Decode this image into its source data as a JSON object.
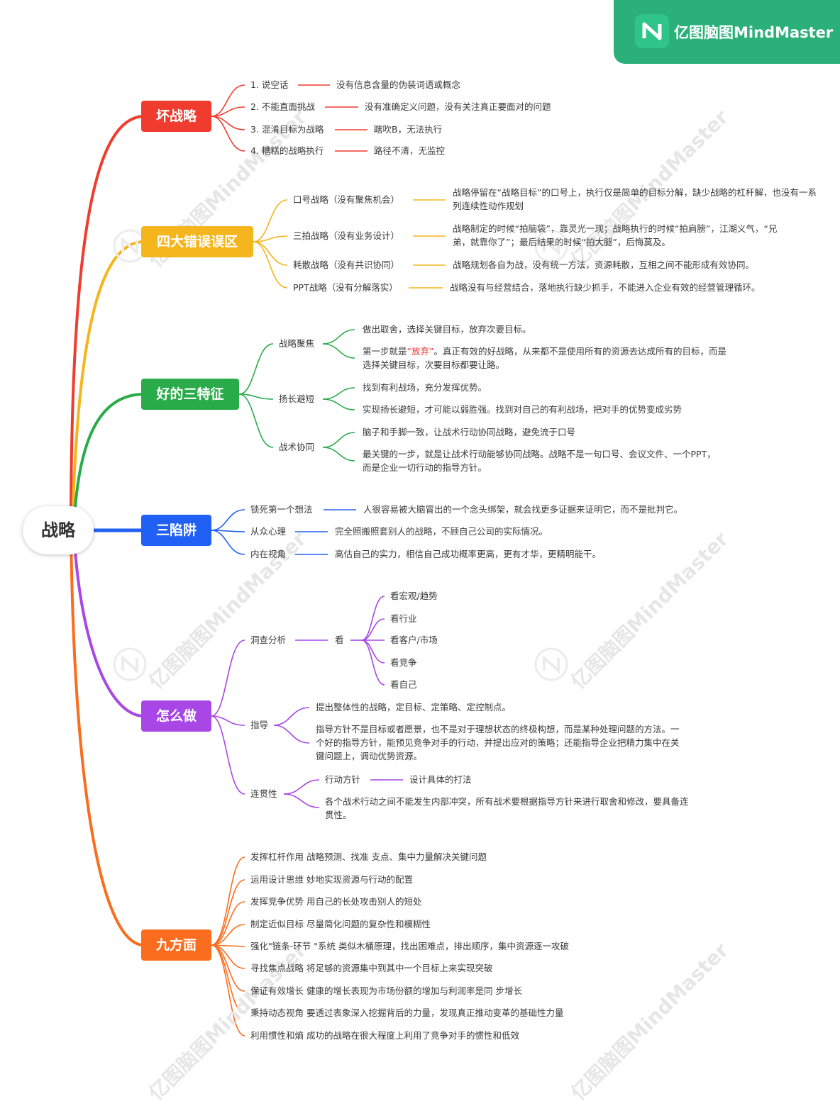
{
  "root": "战略",
  "brand": "亿图脑图MindMaster",
  "watermark": "亿图脑图MindMaster",
  "colors": {
    "red": "#f03c2e",
    "yellow": "#f5b51d",
    "green": "#2aab4a",
    "blue": "#2160f5",
    "purple": "#a847e6",
    "orange": "#fa6d1e",
    "brand": "#2bb07a"
  },
  "branches": {
    "bad": {
      "title": "坏战略",
      "items": [
        {
          "name": "1. 说空话",
          "desc": "没有信息含量的伪装词语或概念"
        },
        {
          "name": "2. 不能直面挑战",
          "desc": "没有准确定义问题，没有关注真正要面对的问题"
        },
        {
          "name": "3. 混淆目标为战略",
          "desc": "瞎吹B，无法执行"
        },
        {
          "name": "4. 糟糕的战略执行",
          "desc": "路径不清，无监控"
        }
      ]
    },
    "mistakes": {
      "title": "四大错误误区",
      "items": [
        {
          "name": "口号战略（没有聚焦机会）",
          "desc": "战略停留在“战略目标”的口号上，执行仅是简单的目标分解，缺少战略的杠杆解，也没有一系列连续性动作规划"
        },
        {
          "name": "三拍战略（没有业务设计）",
          "desc": "战略制定的时候“拍脑袋”，靠灵光一现；战略执行的时候“拍肩膀”，江湖义气，“兄弟，就靠你了”；最后结果的时候“拍大腿”，后悔莫及。"
        },
        {
          "name": "耗散战略（没有共识协同）",
          "desc": "战略规划各自为战，没有统一方法，资源耗散，互相之间不能形成有效协同。"
        },
        {
          "name": "PPT战略（没有分解落实）",
          "desc": "战略没有与经营结合，落地执行缺少抓手，不能进入企业有效的经营管理循环。"
        }
      ]
    },
    "good": {
      "title": "好的三特征",
      "focus": {
        "name": "战略聚焦",
        "d1": "做出取舍，选择关键目标，放弃次要目标。",
        "d2_pre": "第一步就是",
        "d2_red": "“放弃”",
        "d2_post": "。真正有效的好战略，从来都不是使用所有的资源去达成所有的目标，而是选择关键目标，次要目标都要让路。"
      },
      "strength": {
        "name": "扬长避短",
        "d1": "找到有利战场，充分发挥优势。",
        "d2": "实现扬长避短，才可能以弱胜强。找到对自己的有利战场，把对手的优势变成劣势"
      },
      "coord": {
        "name": "战术协同",
        "d1": "脑子和手脚一致，让战术行动协同战略，避免流于口号",
        "d2": "最关键的一步，就是让战术行动能够协同战略。战略不是一句口号、会议文件、一个PPT，而是企业一切行动的指导方针。"
      }
    },
    "traps": {
      "title": "三陷阱",
      "items": [
        {
          "name": "锁死第一个想法",
          "desc": "人很容易被大脑冒出的一个念头绑架，就会找更多证据来证明它，而不是批判它。"
        },
        {
          "name": "从众心理",
          "desc": "完全照搬照套别人的战略，不顾自己公司的实际情况。"
        },
        {
          "name": "内在视角",
          "desc": "高估自己的实力，相信自己成功概率更高，更有才华，更精明能干。"
        }
      ]
    },
    "how": {
      "title": "怎么做",
      "survey": {
        "name": "洞查分析",
        "look": "看",
        "items": [
          "看宏观/趋势",
          "看行业",
          "看客户/市场",
          "看竞争",
          "看自己"
        ]
      },
      "guide": {
        "name": "指导",
        "d1": "提出整体性的战略，定目标、定策略、定控制点。",
        "d2": "指导方针不是目标或者愿景，也不是对于理想状态的终极构想，而是某种处理问题的方法。一个好的指导方针，能预见竞争对手的行动，并提出应对的策略；还能指导企业把精力集中在关键问题上，调动优势资源。"
      },
      "coherence": {
        "name": "连贯性",
        "action": "行动方针",
        "action_desc": "设计具体的打法",
        "d2": "各个战术行动之间不能发生内部冲突，所有战术要根据指导方针来进行取舍和修改，要具备连贯性。"
      }
    },
    "nine": {
      "title": "九方面",
      "items": [
        "发挥杠杆作用 战略预测、找准 支点、集中力量解决关键问题",
        "运用设计思维 妙地实现资源与行动的配置",
        "发挥竞争优势 用自己的长处攻击别人的短处",
        "制定近似目标 尽量简化问题的复杂性和模糊性",
        "强化\"链条-环节 \"系统 类似木桶原理，找出困难点，排出顺序，集中资源逐一攻破",
        "寻找焦点战略 将足够的资源集中到其中一个目标上来实现突破",
        "保证有效增长 健康的增长表现为市场份额的增加与利润率是同 步增长",
        "秉持动态视角 要透过表象深入挖掘背后的力量，发现真正推动变革的基础性力量",
        "利用惯性和熵 成功的战略在很大程度上利用了竞争对手的惯性和低效"
      ]
    }
  }
}
